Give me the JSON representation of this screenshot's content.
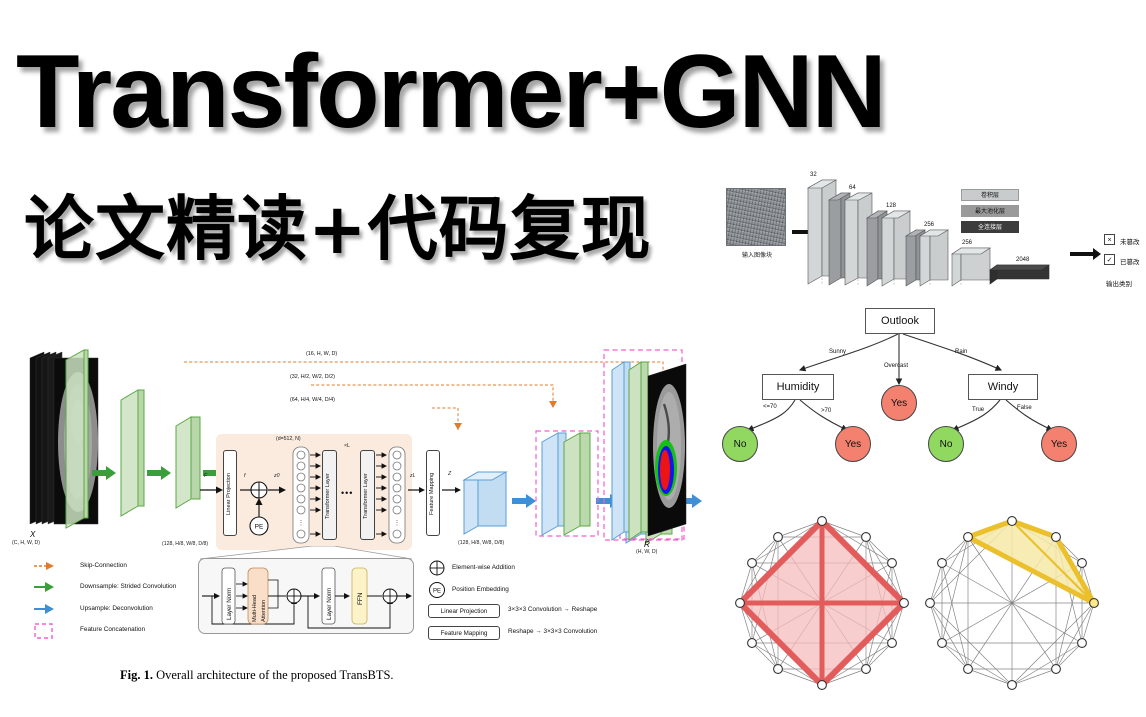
{
  "header": {
    "title": "Transformer+GNN",
    "subtitle": "论文精读+代码复现"
  },
  "cnn_panel": {
    "input_caption": "输入图像块",
    "output_caption": "输出类别",
    "block_labels": [
      "32",
      "64",
      "128",
      "256",
      "256",
      "2048"
    ],
    "legend": [
      {
        "label": "卷积层",
        "color": "#c8cccd"
      },
      {
        "label": "最大池化层",
        "color": "#9a9a9a"
      },
      {
        "label": "全连接层",
        "color": "#3c3c3c"
      }
    ],
    "outputs": [
      {
        "mark": "×",
        "label": "未篡改"
      },
      {
        "mark": "✓",
        "label": "已篡改"
      }
    ]
  },
  "tree_panel": {
    "root": "Outlook",
    "nodes": [
      "Humidity",
      "Windy"
    ],
    "edge_labels": [
      "Sunny",
      "Overcast",
      "Rain",
      "<=70",
      ">70",
      "True",
      "False"
    ],
    "leaves": [
      {
        "label": "No",
        "color": "#90d860"
      },
      {
        "label": "Yes",
        "color": "#f4806f"
      },
      {
        "label": "Yes",
        "color": "#f4806f"
      },
      {
        "label": "No",
        "color": "#90d860"
      },
      {
        "label": "Yes",
        "color": "#f4806f"
      }
    ],
    "colors": {
      "yes": "#f4806f",
      "no": "#90d860",
      "box_border": "#555555"
    }
  },
  "graph_panel": {
    "left_highlight_color": "#e35c5c",
    "left_fill_color": "#f4bcbc",
    "right_highlight_color": "#ebc02c",
    "right_fill_color": "#f7e9a8",
    "edge_color": "#666666",
    "node_fill": "#ffffff"
  },
  "figure": {
    "caption_bold": "Fig. 1.",
    "caption_rest": " Overall architecture of the proposed TransBTS.",
    "input_label": "X",
    "input_dims": "(C, H, W, D)",
    "output_label": "R̂",
    "output_dims": "(H, W, D)",
    "skip_dims": [
      "(16, H, W, D)",
      "(32, H/2, W/2, D/2)",
      "(64, H/4, W/4, D/4)"
    ],
    "encoder_dims": "(128, H/8, W/8, D/8)",
    "decoder_dims": "(128, H/8, W/8, D/8)",
    "embed_dims": "(d=512, N)",
    "linear_projection": "Linear Projection",
    "feature_mapping": "Feature Mapping",
    "transformer_layer": "Transformer Layer",
    "repeat_label": "×L",
    "pe_label": "PE",
    "tokens": {
      "f_cap": "F",
      "f_small": "f",
      "z0": "z0",
      "zL": "zL",
      "z_out": "Z"
    },
    "block_labels": {
      "layer_norm": "Layer Norm",
      "mha": "Multi-Head Attention",
      "ffn": "FFN"
    },
    "legend_left": [
      {
        "icon": "dashed-arrow",
        "label": "Skip-Connection",
        "color": "#e07b2a"
      },
      {
        "icon": "arrow",
        "label": "Downsample: Strided Convolution",
        "color": "#3a9e3a"
      },
      {
        "icon": "arrow",
        "label": "Upsample: Deconvolution",
        "color": "#3f8fd6"
      },
      {
        "icon": "dashed-box",
        "label": "Feature Concatenation",
        "color": "#f060d0"
      }
    ],
    "legend_right": [
      {
        "icon": "plus-circle",
        "label": "Element-wise Addition"
      },
      {
        "icon": "pe-circle",
        "label": "Position Embedding"
      },
      {
        "icon": "box",
        "box_label": "Linear Projection",
        "label": "3×3×3 Convolution → Reshape"
      },
      {
        "icon": "box",
        "box_label": "Feature Mapping",
        "label": "Reshape → 3×3×3 Convolution"
      }
    ]
  }
}
